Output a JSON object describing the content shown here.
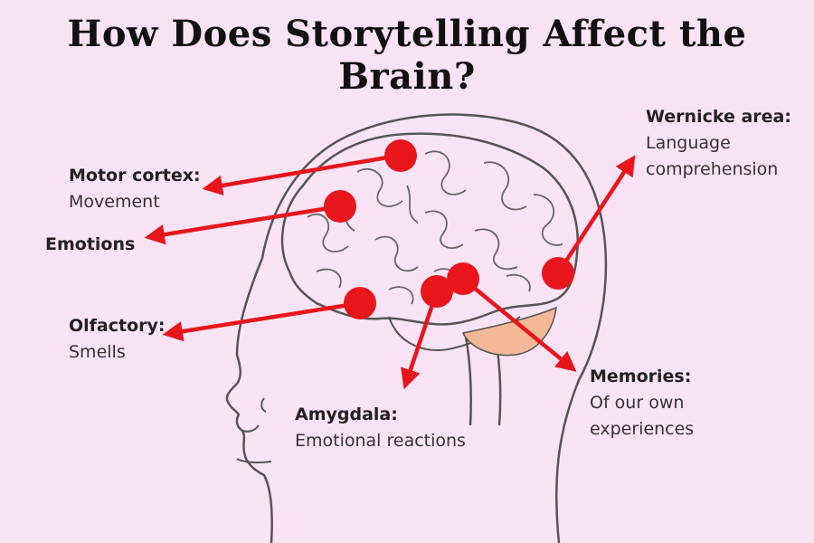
{
  "title": "How Does Storytelling Affect the Brain?",
  "colors": {
    "background": "#fbe3f6",
    "marker": "#e8151b",
    "outline": "#555555",
    "cerebellum": "#f3b897"
  },
  "labels": {
    "motor_cortex": {
      "name": "Motor cortex:",
      "desc": "Movement"
    },
    "emotions": {
      "name": "Emotions"
    },
    "olfactory": {
      "name": "Olfactory:",
      "desc": "Smells"
    },
    "amygdala": {
      "name": "Amygdala:",
      "desc": "Emotional reactions"
    },
    "memories": {
      "name": "Memories:",
      "desc_line1": "Of our own",
      "desc_line2": "experiences"
    },
    "wernicke": {
      "name": "Wernicke area:",
      "desc_line1": "Language",
      "desc_line2": "comprehension"
    }
  }
}
